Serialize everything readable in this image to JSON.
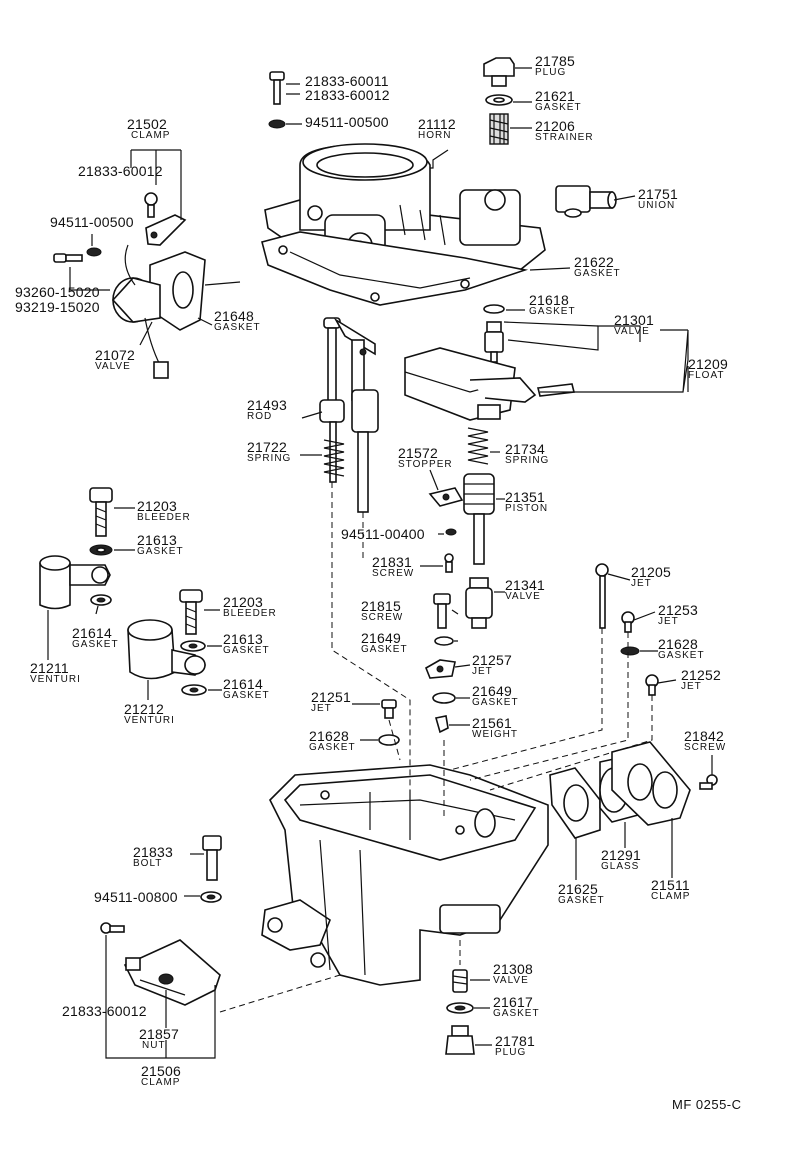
{
  "diagram_ref": "MF  0255-C",
  "parts": [
    {
      "key": "p21785",
      "number": "21785",
      "name": "PLUG"
    },
    {
      "key": "p21621",
      "number": "21621",
      "name": "GASKET"
    },
    {
      "key": "p21206",
      "number": "21206",
      "name": "STRAINER"
    },
    {
      "key": "p21833_60011",
      "number": "21833-60011",
      "name": ""
    },
    {
      "key": "p21833_60012a",
      "number": "21833-60012",
      "name": ""
    },
    {
      "key": "p94511_00500a",
      "number": "94511-00500",
      "name": ""
    },
    {
      "key": "p21112",
      "number": "21112",
      "name": "HORN"
    },
    {
      "key": "p21751",
      "number": "21751",
      "name": "UNION"
    },
    {
      "key": "p21502",
      "number": "21502",
      "name": "CLAMP"
    },
    {
      "key": "p21833_60012b",
      "number": "21833-60012",
      "name": ""
    },
    {
      "key": "p94511_00500b",
      "number": "94511-00500",
      "name": ""
    },
    {
      "key": "p93260_15020",
      "number": "93260-15020",
      "name": ""
    },
    {
      "key": "p93219_15020",
      "number": "93219-15020",
      "name": ""
    },
    {
      "key": "p21648",
      "number": "21648",
      "name": "GASKET"
    },
    {
      "key": "p21072",
      "number": "21072",
      "name": "VALVE"
    },
    {
      "key": "p21622",
      "number": "21622",
      "name": "GASKET"
    },
    {
      "key": "p21618",
      "number": "21618",
      "name": "GASKET"
    },
    {
      "key": "p21301",
      "number": "21301",
      "name": "VALVE"
    },
    {
      "key": "p21209",
      "number": "21209",
      "name": "FLOAT"
    },
    {
      "key": "p21493",
      "number": "21493",
      "name": "ROD"
    },
    {
      "key": "p21722",
      "number": "21722",
      "name": "SPRING"
    },
    {
      "key": "p21572",
      "number": "21572",
      "name": "STOPPER"
    },
    {
      "key": "p21734",
      "number": "21734",
      "name": "SPRING"
    },
    {
      "key": "p21351",
      "number": "21351",
      "name": "PISTON"
    },
    {
      "key": "p21203a",
      "number": "21203",
      "name": "BLEEDER"
    },
    {
      "key": "p21613a",
      "number": "21613",
      "name": "GASKET"
    },
    {
      "key": "p94511_00400",
      "number": "94511-00400",
      "name": ""
    },
    {
      "key": "p21831",
      "number": "21831",
      "name": "SCREW"
    },
    {
      "key": "p21341",
      "number": "21341",
      "name": "VALVE"
    },
    {
      "key": "p21205",
      "number": "21205",
      "name": "JET"
    },
    {
      "key": "p21614a",
      "number": "21614",
      "name": "GASKET"
    },
    {
      "key": "p21203b",
      "number": "21203",
      "name": "BLEEDER"
    },
    {
      "key": "p21613b",
      "number": "21613",
      "name": "GASKET"
    },
    {
      "key": "p21815",
      "number": "21815",
      "name": "SCREW"
    },
    {
      "key": "p21649a",
      "number": "21649",
      "name": "GASKET"
    },
    {
      "key": "p21253",
      "number": "21253",
      "name": "JET"
    },
    {
      "key": "p21628a",
      "number": "21628",
      "name": "GASKET"
    },
    {
      "key": "p21211",
      "number": "21211",
      "name": "VENTURI"
    },
    {
      "key": "p21614b",
      "number": "21614",
      "name": "GASKET"
    },
    {
      "key": "p21257",
      "number": "21257",
      "name": "JET"
    },
    {
      "key": "p21252",
      "number": "21252",
      "name": "JET"
    },
    {
      "key": "p21212",
      "number": "21212",
      "name": "VENTURI"
    },
    {
      "key": "p21251",
      "number": "21251",
      "name": "JET"
    },
    {
      "key": "p21649b",
      "number": "21649",
      "name": "GASKET"
    },
    {
      "key": "p21628b",
      "number": "21628",
      "name": "GASKET"
    },
    {
      "key": "p21561",
      "number": "21561",
      "name": "WEIGHT"
    },
    {
      "key": "p21842",
      "number": "21842",
      "name": "SCREW"
    },
    {
      "key": "p21291",
      "number": "21291",
      "name": "GLASS"
    },
    {
      "key": "p21625",
      "number": "21625",
      "name": "GASKET"
    },
    {
      "key": "p21511",
      "number": "21511",
      "name": "CLAMP"
    },
    {
      "key": "p21833",
      "number": "21833",
      "name": "BOLT"
    },
    {
      "key": "p94511_00800",
      "number": "94511-00800",
      "name": ""
    },
    {
      "key": "p21308",
      "number": "21308",
      "name": "VALVE"
    },
    {
      "key": "p21617",
      "number": "21617",
      "name": "GASKET"
    },
    {
      "key": "p21781",
      "number": "21781",
      "name": "PLUG"
    },
    {
      "key": "p21833_60012c",
      "number": "21833-60012",
      "name": ""
    },
    {
      "key": "p21857",
      "number": "21857",
      "name": "NUT"
    },
    {
      "key": "p21506",
      "number": "21506",
      "name": "CLAMP"
    }
  ]
}
